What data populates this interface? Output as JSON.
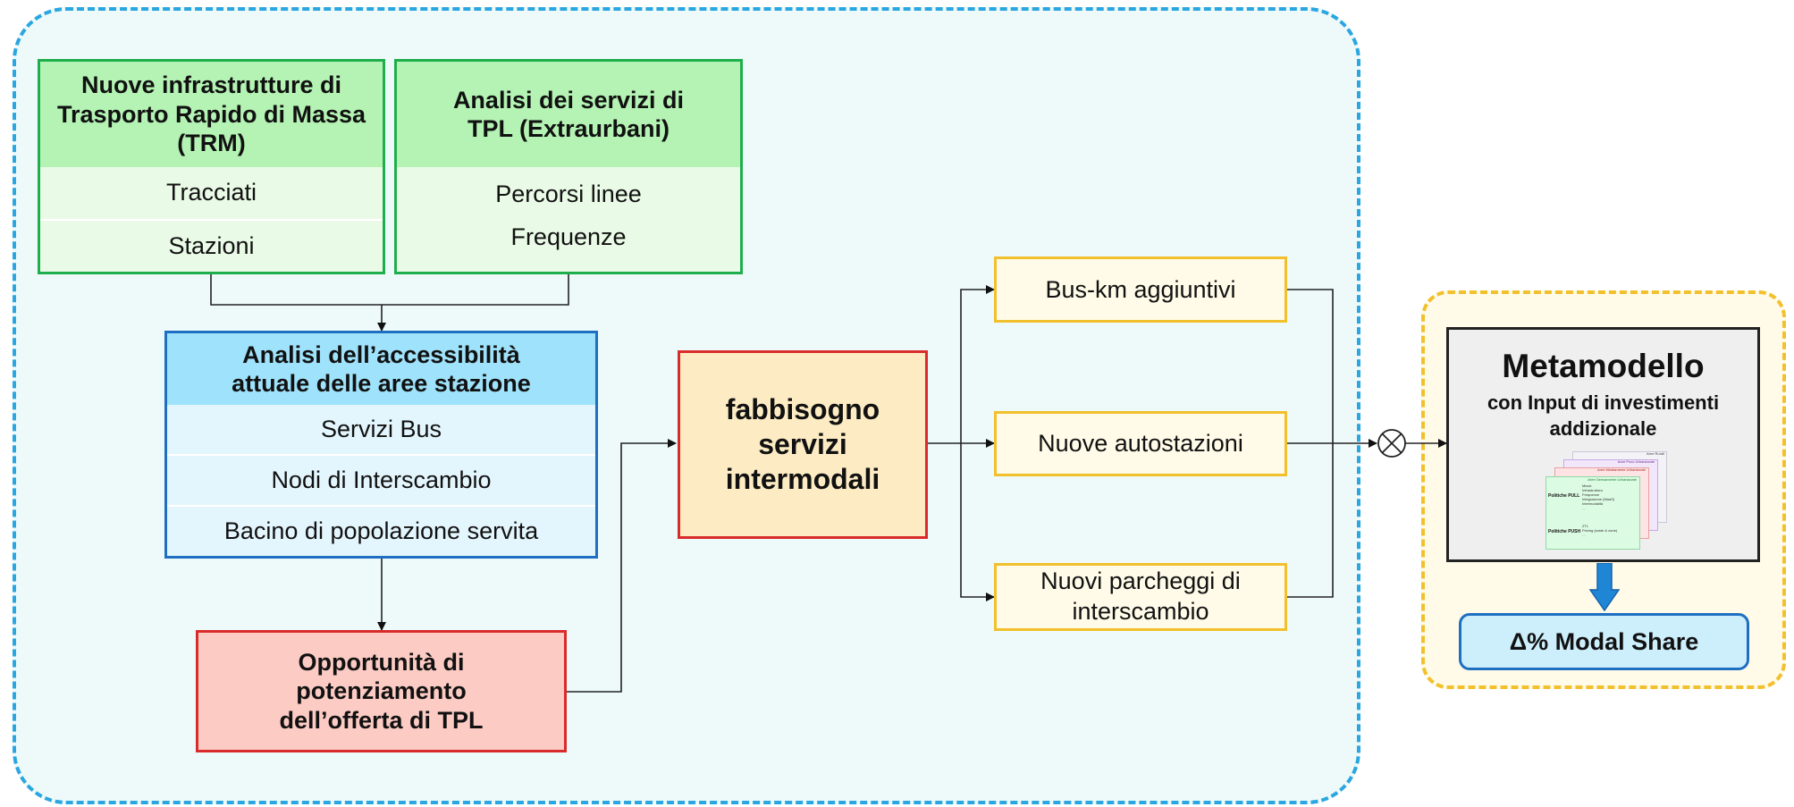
{
  "boxes": {
    "trm": {
      "title": "Nuove infrastrutture di Trasporto Rapido di Massa (TRM)",
      "items": [
        "Tracciati",
        "Stazioni"
      ]
    },
    "tpl": {
      "title": "Analisi dei servizi di TPL (Extraurbani)",
      "items": [
        "Percorsi linee",
        "Frequenze"
      ]
    },
    "accessibility": {
      "title": "Analisi dell’accessibilità attuale delle aree stazione",
      "items": [
        "Servizi Bus",
        "Nodi di Interscambio",
        "Bacino di popolazione servita"
      ]
    },
    "opportunity": {
      "title": "Opportunità di potenziamento dell’offerta di TPL"
    },
    "need": {
      "title": "fabbisogno servizi intermodali"
    },
    "outputs": [
      "Bus-km aggiuntivi",
      "Nuove autostazioni",
      "Nuovi parcheggi di interscambio"
    ],
    "metamodel": {
      "title": "Metamodello",
      "subtitle": "con Input di investimenti addizionale"
    },
    "result": "Δ% Modal Share"
  },
  "thumbnail": {
    "tabs": [
      "Aree Rurali",
      "Aree Poco Urbanizzate",
      "Aree Mediamente Urbanizzate",
      "Aree Densamente Urbanizzate"
    ],
    "pull_label": "Politiche PULL",
    "pull_items": [
      "Mezzi",
      "Infrastruttura",
      "Frequenze",
      "Integrazione (MaaS)",
      "Intermodalità",
      "…"
    ],
    "push_label": "Politiche PUSH",
    "push_items": [
      "ZTL",
      "Pricing (soste & zone)",
      "…"
    ]
  },
  "colors": {
    "green_border": "#1fae4c",
    "green_header": "#b4f3b4",
    "green_body": "#e9fbe6",
    "blue_border": "#1e6fc2",
    "blue_header": "#9fe2fb",
    "blue_body": "#e4f6fd",
    "red_border": "#d92b2b",
    "red_fill": "#fccbc4",
    "need_fill": "#fdecc3",
    "orange_border": "#f2c02c"
  }
}
